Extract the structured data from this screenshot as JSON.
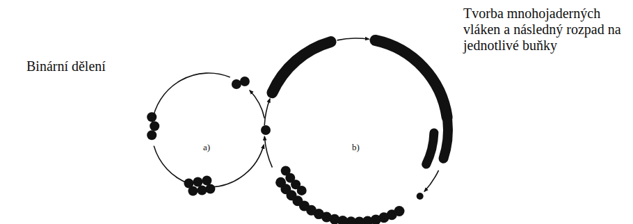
{
  "diagram": {
    "labels": [
      "Binární dělení",
      "a)",
      "b)",
      "Tvorba mnohojaderných vláken a následný rozpad na jednotlivé buňky"
    ]
  }
}
